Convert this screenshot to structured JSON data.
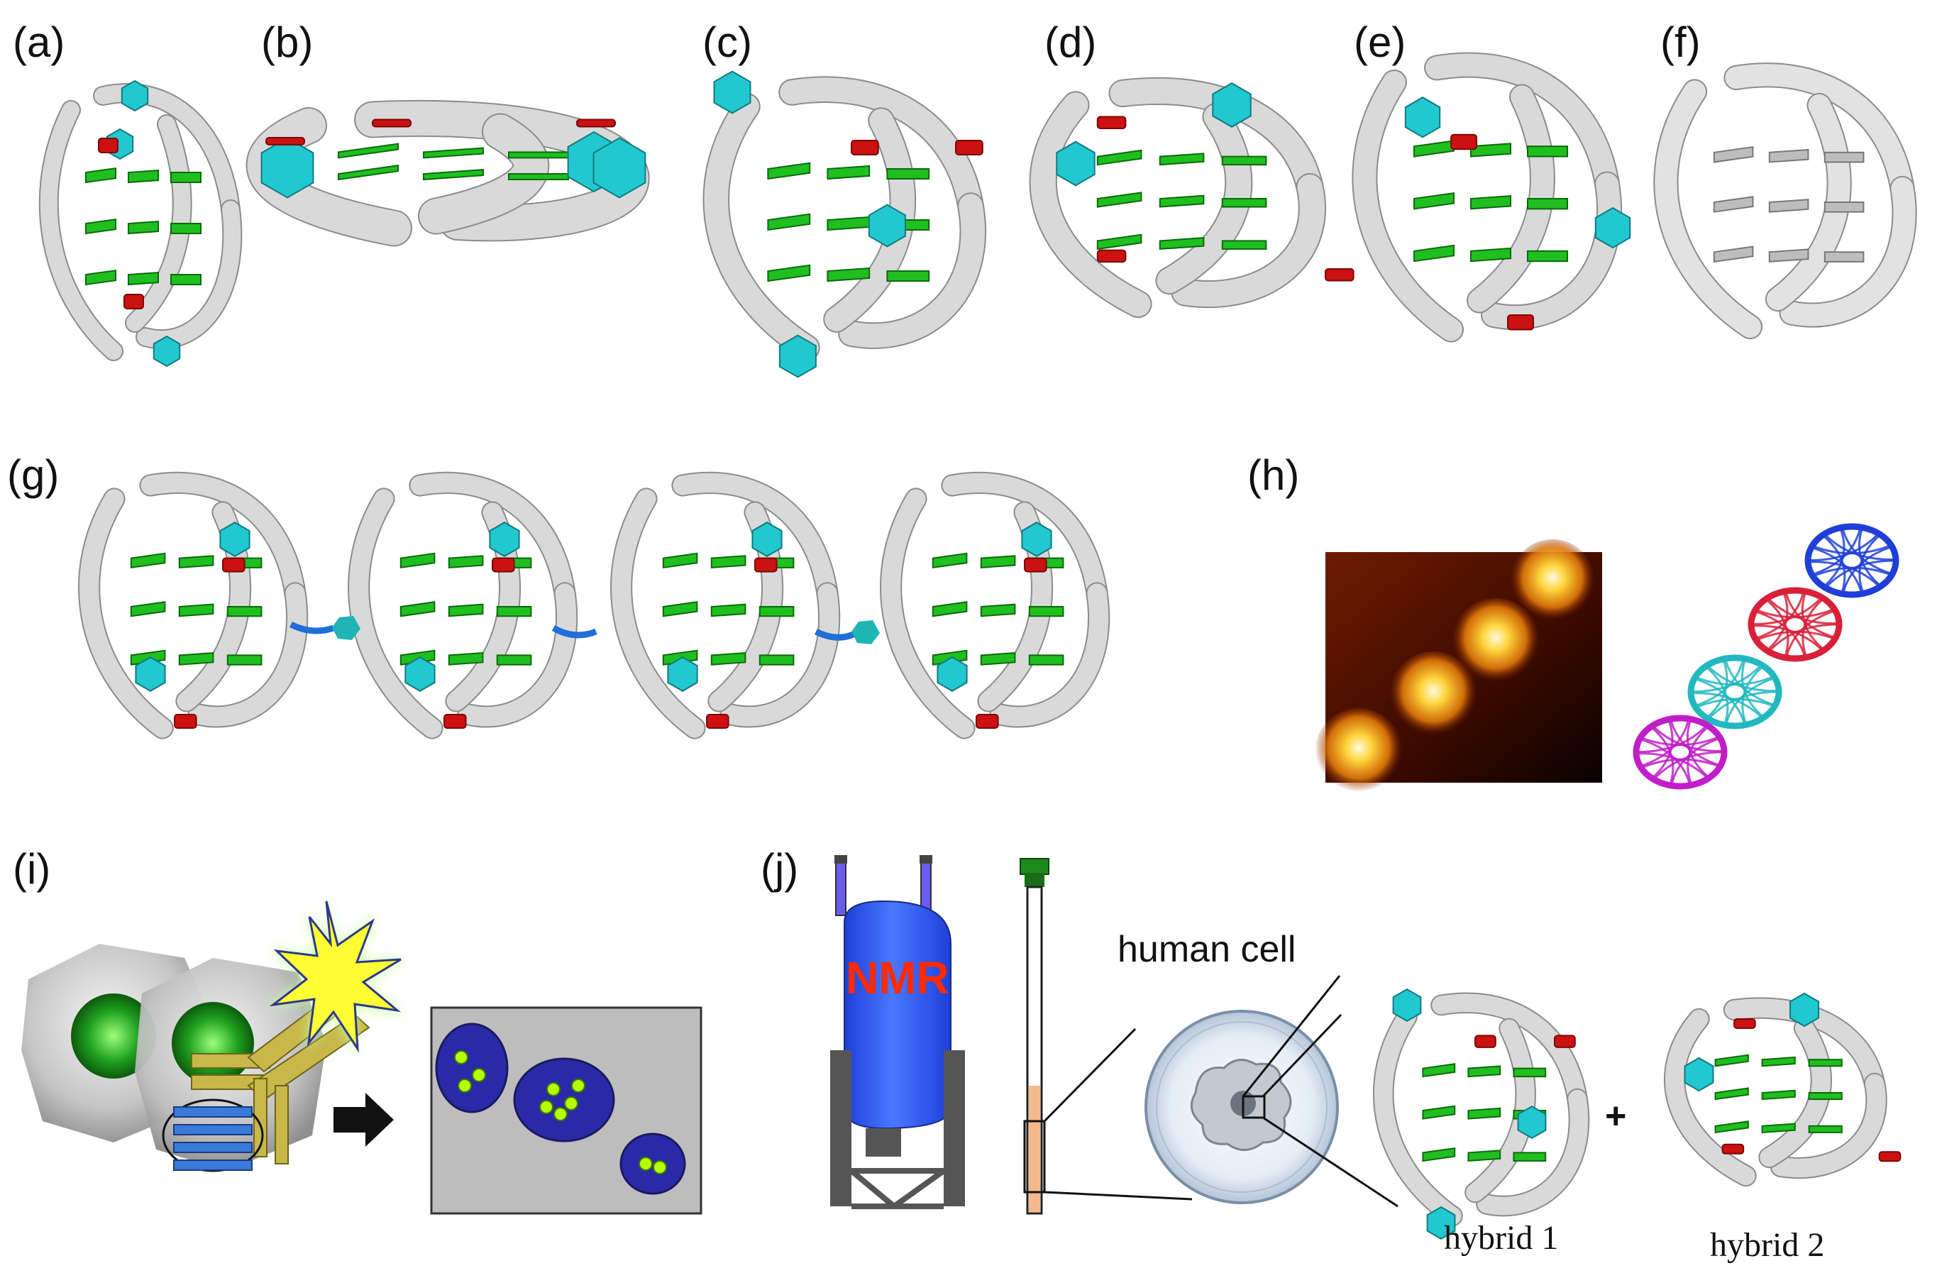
{
  "panels": {
    "a": {
      "label": "(a)"
    },
    "b": {
      "label": "(b)"
    },
    "c": {
      "label": "(c)"
    },
    "d": {
      "label": "(d)"
    },
    "e": {
      "label": "(e)"
    },
    "f": {
      "label": "(f)"
    },
    "g": {
      "label": "(g)"
    },
    "h": {
      "label": "(h)"
    },
    "i": {
      "label": "(i)"
    },
    "j": {
      "label": "(j)"
    }
  },
  "text": {
    "nmr": "NMR",
    "human_cell": "human cell",
    "hybrid1": "hybrid 1",
    "hybrid2": "hybrid 2",
    "plus": "+"
  },
  "colors": {
    "ribbon": "#d9d9d9",
    "ribbon_edge": "#8c8c8c",
    "guanine": "#1fbf1f",
    "thymine": "#22c8cf",
    "adenine": "#cc1111",
    "magnet": "#2e5cf0",
    "afm_dark": "#5a0f00",
    "afm_bright": "#ffd43b",
    "nucleus": "#2a2aa8",
    "foci": "#b6ff00"
  }
}
